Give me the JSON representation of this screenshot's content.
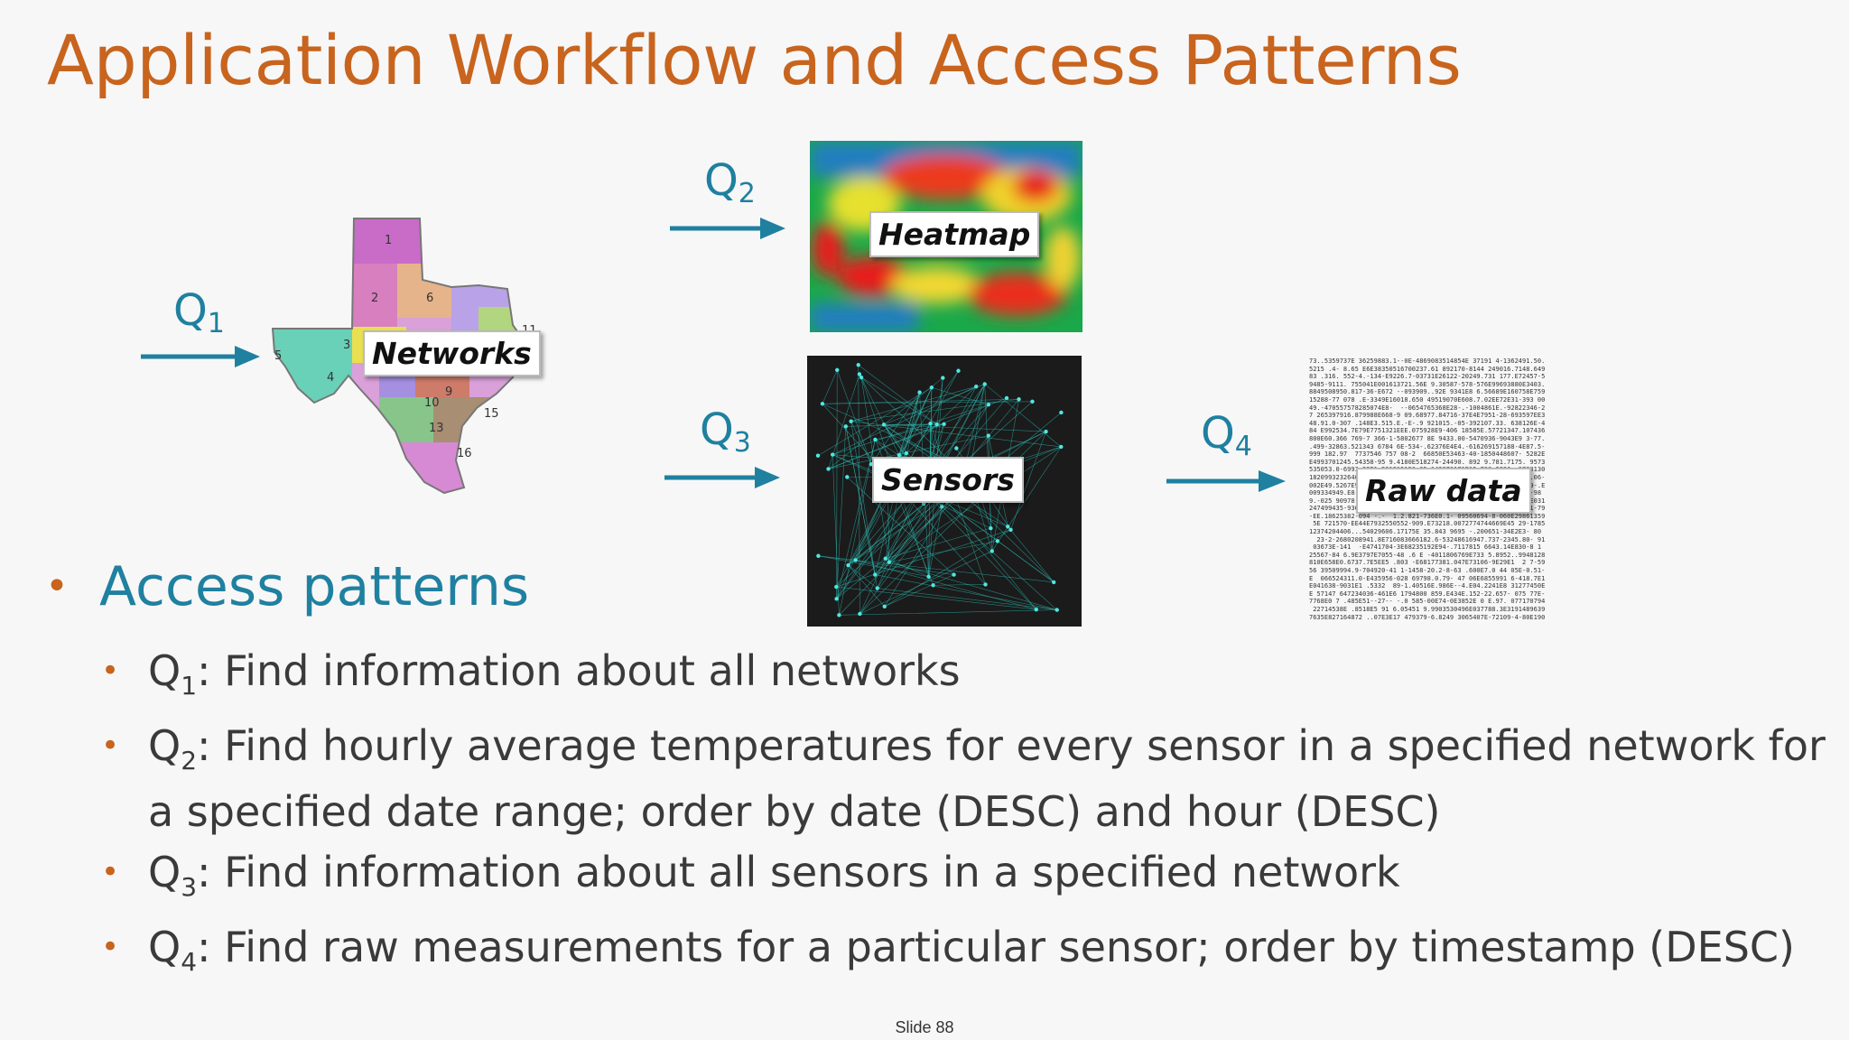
{
  "slide": {
    "title": "Application Workflow and Access Patterns",
    "footer": "Slide 88"
  },
  "diagram": {
    "q1": {
      "base": "Q",
      "sub": "1"
    },
    "q2": {
      "base": "Q",
      "sub": "2"
    },
    "q3": {
      "base": "Q",
      "sub": "3"
    },
    "q4": {
      "base": "Q",
      "sub": "4"
    },
    "networks_label": "Networks",
    "heatmap_label": "Heatmap",
    "sensors_label": "Sensors",
    "rawdata_label": "Raw data",
    "map_region_numbers": [
      "1",
      "2",
      "3",
      "4",
      "5",
      "6",
      "9",
      "10",
      "11",
      "13",
      "15",
      "16"
    ]
  },
  "bullets": {
    "main": "Access patterns",
    "items": [
      {
        "q": "Q",
        "sub": "1",
        "text": ": Find information about all networks"
      },
      {
        "q": "Q",
        "sub": "2",
        "text": ": Find hourly average temperatures for every sensor in a specified network for a specified date range; order by date (DESC) and hour (DESC)"
      },
      {
        "q": "Q",
        "sub": "3",
        "text": ": Find information about all sensors in a specified network"
      },
      {
        "q": "Q",
        "sub": "4",
        "text": ": Find raw measurements for a particular sensor; order by timestamp (DESC)"
      }
    ]
  },
  "colors": {
    "title": "#c8641e",
    "accent": "#1f80a0",
    "bullet_dot": "#c8641e",
    "body_text": "#3a3a3a"
  }
}
